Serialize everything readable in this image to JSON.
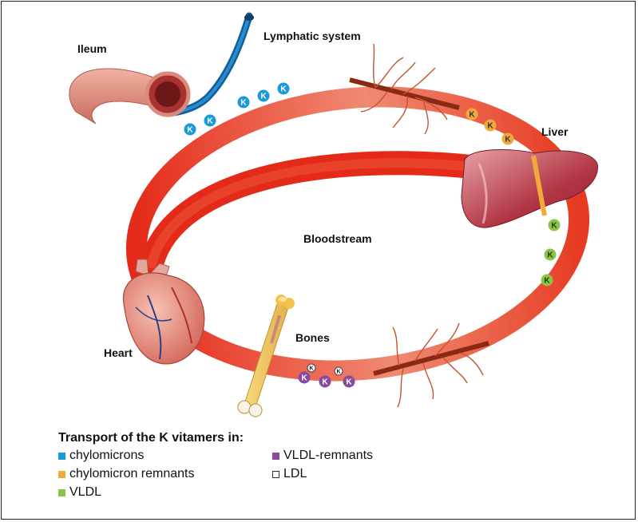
{
  "labels": {
    "ileum": "Ileum",
    "lymphatic": "Lymphatic system",
    "liver": "Liver",
    "bloodstream": "Bloodstream",
    "heart": "Heart",
    "bones": "Bones"
  },
  "legend": {
    "title": "Transport of the K vitamers in:",
    "items": [
      {
        "label": "chylomicrons",
        "color": "#1a9ad6"
      },
      {
        "label": "VLDL-remnants",
        "color": "#8a4a9e"
      },
      {
        "label": "chylomicron remnants",
        "color": "#f2a93b"
      },
      {
        "label": "LDL",
        "color": "#ffffff"
      },
      {
        "label": "VLDL",
        "color": "#8bc34a"
      }
    ]
  },
  "badge_letter": "K",
  "colors": {
    "blood": "#e8321f",
    "blood_light": "#f08f7a",
    "lymph": "#1677b8",
    "chylomicron": "#1a9ad6",
    "chylo_remnant": "#f2a93b",
    "vldl": "#8bc34a",
    "vldl_remnant": "#8a4a9e"
  }
}
